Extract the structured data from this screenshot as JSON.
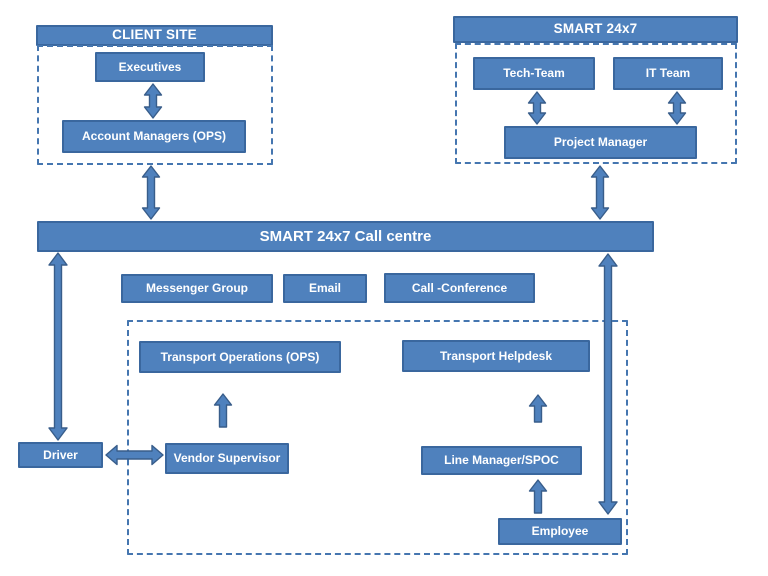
{
  "diagram": {
    "colors": {
      "box_fill": "#4f81bd",
      "box_border": "#3a679e",
      "arrow_fill": "#4f81bd",
      "arrow_border": "#385d8a",
      "dashed_border": "#4576b0",
      "text": "#ffffff",
      "background": "#ffffff"
    },
    "client_site": {
      "header": "CLIENT SITE",
      "executives": "Executives",
      "account_managers": "Account Managers (OPS)"
    },
    "smart_24x7": {
      "header": "SMART 24x7",
      "tech_team": "Tech-Team",
      "it_team": "IT Team",
      "project_manager": "Project Manager"
    },
    "call_centre": "SMART 24x7 Call centre",
    "channels": {
      "messenger": "Messenger Group",
      "email": "Email",
      "call_conference": "Call -Conference"
    },
    "transport": {
      "operations": "Transport Operations (OPS)",
      "helpdesk": "Transport Helpdesk",
      "vendor_supervisor": "Vendor Supervisor",
      "line_manager": "Line Manager/SPOC",
      "employee": "Employee"
    },
    "driver": "Driver"
  }
}
